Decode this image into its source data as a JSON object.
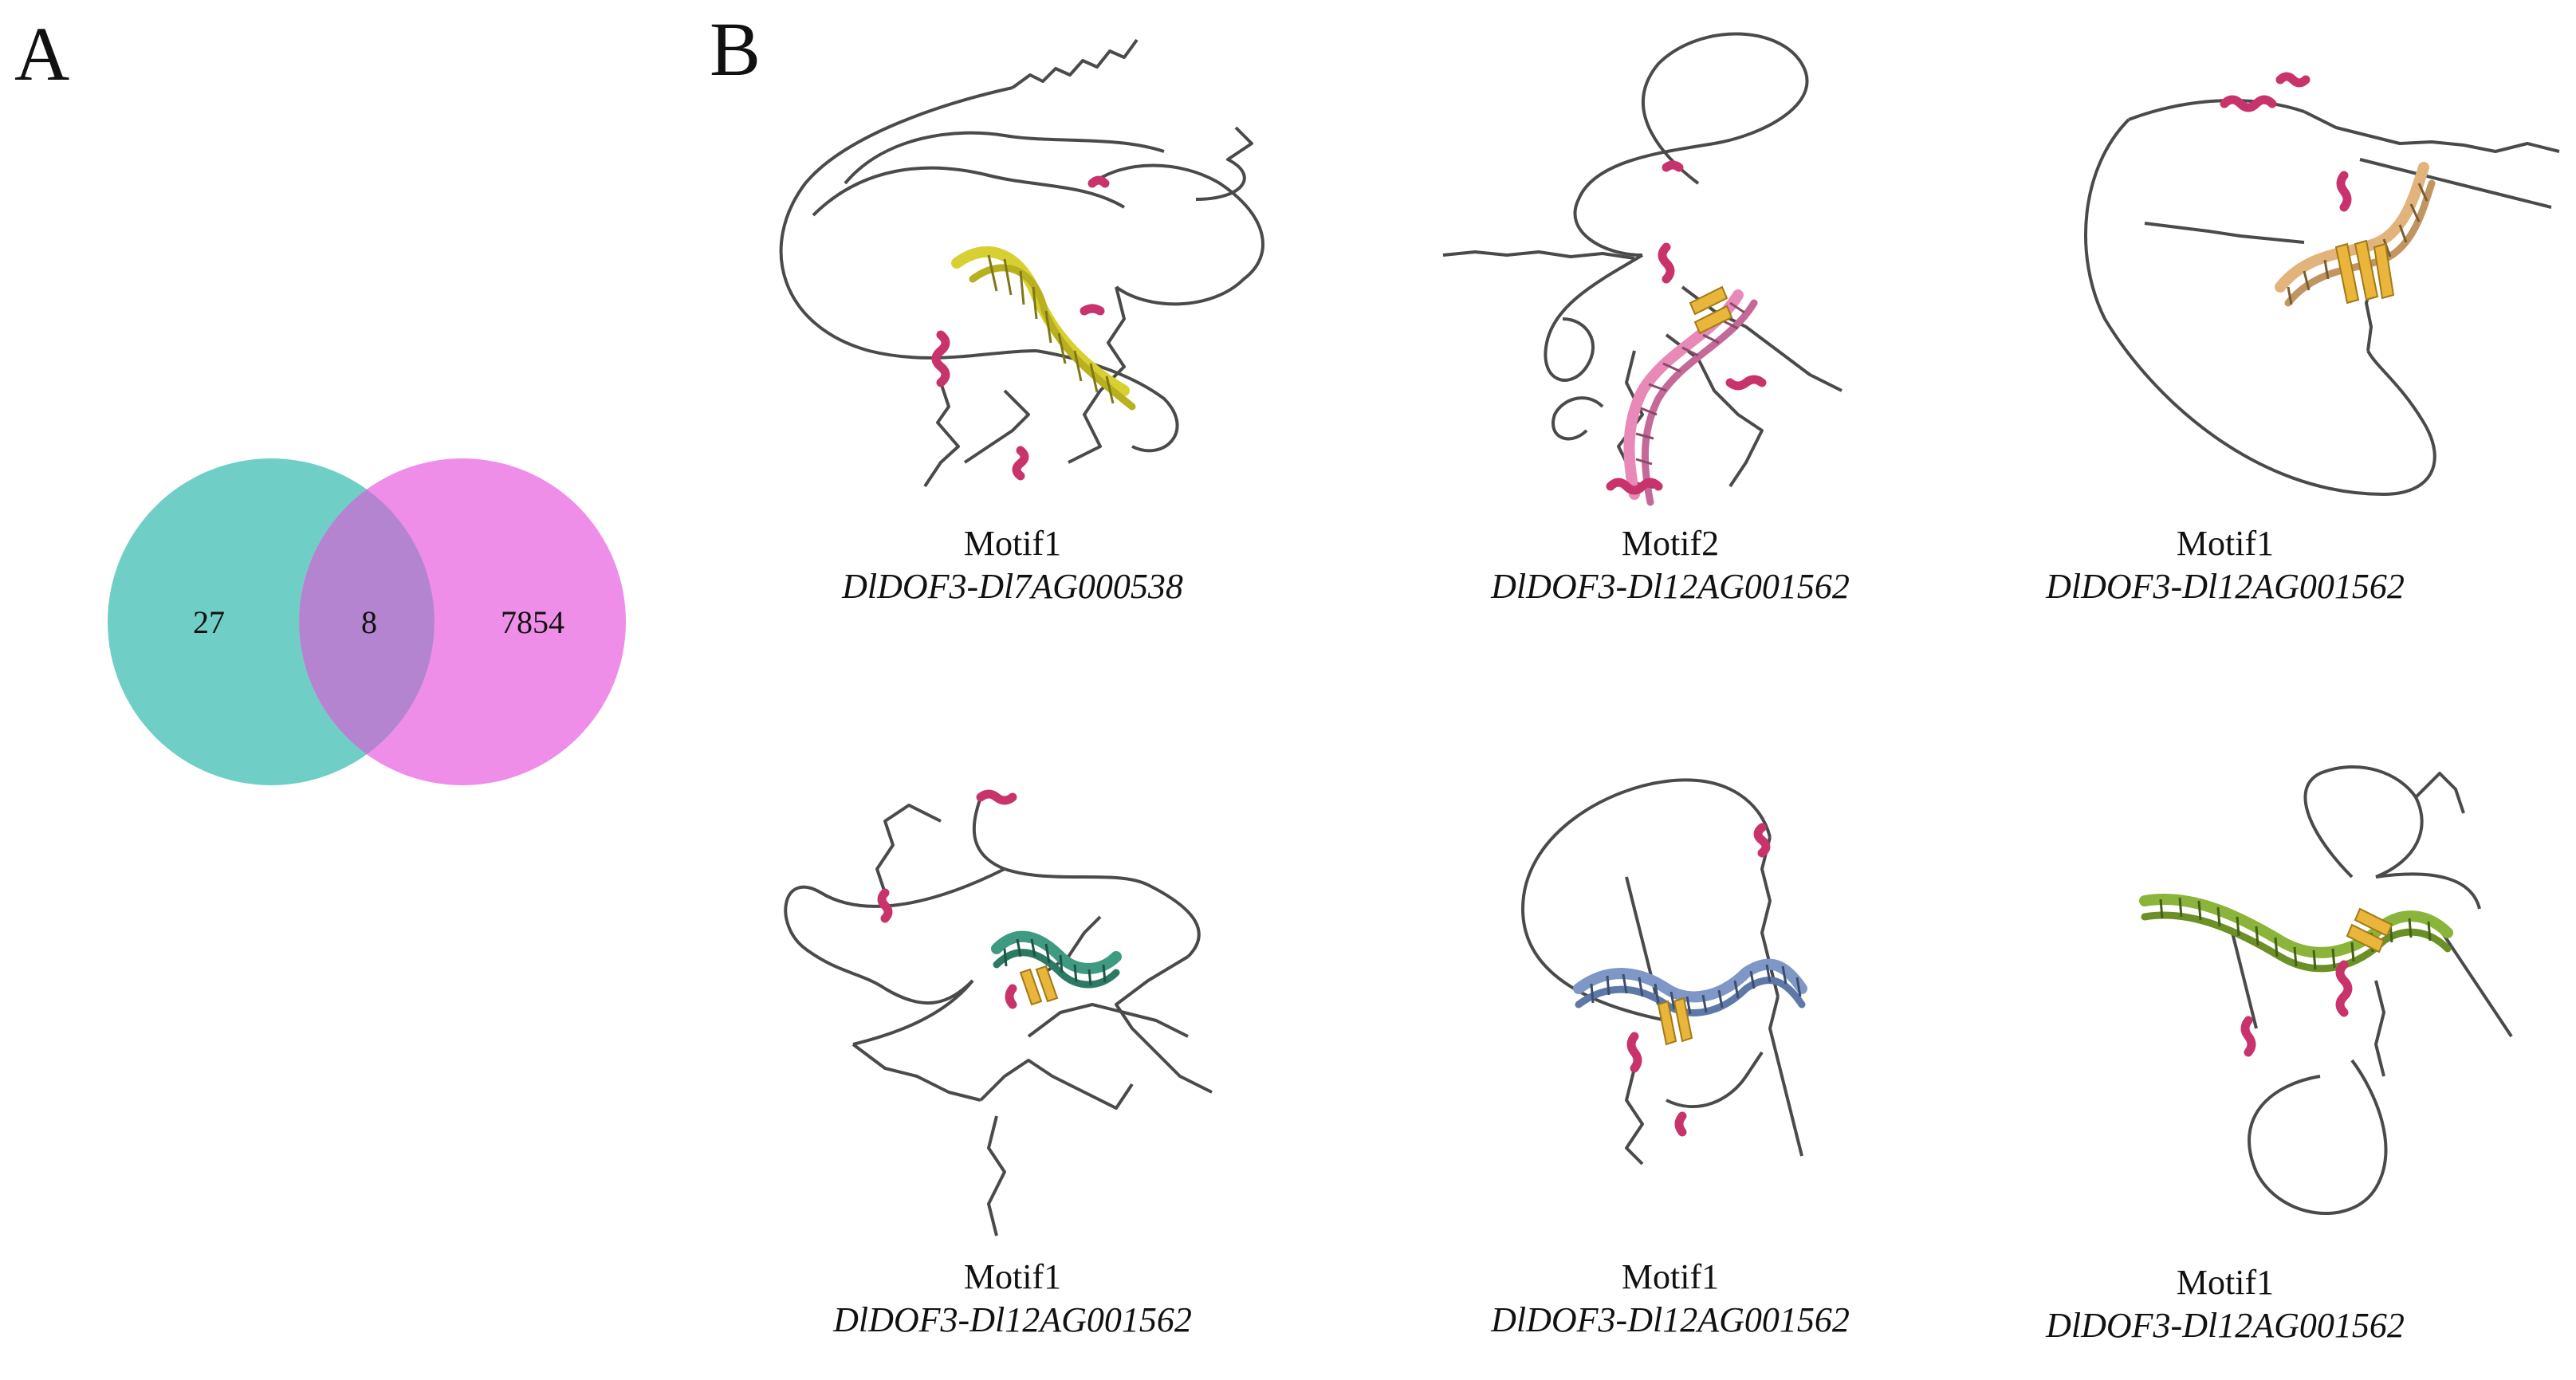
{
  "panels": {
    "a_label": "A",
    "b_label": "B"
  },
  "venn": {
    "left_count": "27",
    "overlap_count": "8",
    "right_count": "7854",
    "left_color": "#6fcfc7",
    "right_color": "#ec82e6",
    "overlap_color": "#b484d0"
  },
  "structures": [
    {
      "motif": "Motif1",
      "gene": "DlDOF3-Dl7AG000538",
      "dna_color": "#d8d030"
    },
    {
      "motif": "Motif2",
      "gene": "DlDOF3-Dl12AG001562",
      "dna_color": "#e889b8"
    },
    {
      "motif": "Motif1",
      "gene": "DlDOF3-Dl12AG001562",
      "dna_color": "#e2b47c"
    },
    {
      "motif": "Motif1",
      "gene": "DlDOF3-Dl12AG001562",
      "dna_color": "#3f9a82"
    },
    {
      "motif": "Motif1",
      "gene": "DlDOF3-Dl12AG001562",
      "dna_color": "#7f97c6"
    },
    {
      "motif": "Motif1",
      "gene": "DlDOF3-Dl12AG001562",
      "dna_color": "#8ab43a"
    }
  ],
  "colors": {
    "coil": "#4a4a4a",
    "helix": "#c8336b",
    "sheet": "#e9b53a"
  }
}
